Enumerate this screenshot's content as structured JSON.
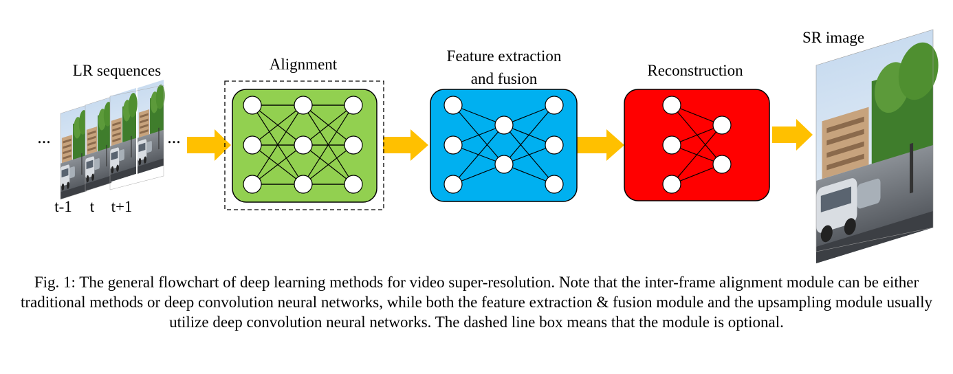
{
  "lr_sequences": {
    "title": "LR sequences",
    "left_ellipsis": "...",
    "right_ellipsis": "...",
    "frame_labels": [
      "t-1",
      "t",
      "t+1"
    ]
  },
  "modules": {
    "alignment": {
      "title": "Alignment",
      "color": "#92d050",
      "optional": true
    },
    "feature": {
      "title_line1": "Feature extraction",
      "title_line2": "and fusion",
      "color": "#00b0f0"
    },
    "reconstruction": {
      "title": "Reconstruction",
      "color": "#ff0000"
    }
  },
  "sr_image": {
    "title": "SR image"
  },
  "arrow_color": "#ffc000",
  "caption": "Fig. 1: The general flowchart of deep learning methods for video super-resolution. Note that the inter-frame alignment module can be either traditional methods or deep convolution neural networks, while both the feature extraction & fusion module and the upsampling module usually utilize deep convolution neural networks. The dashed line box means that the module is optional."
}
